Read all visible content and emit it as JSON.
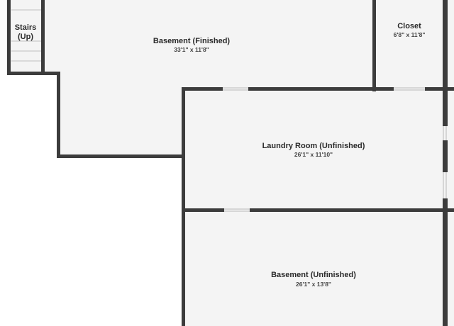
{
  "colors": {
    "wall": "#3c3c3c",
    "floor": "#f4f4f4",
    "background": "#ffffff",
    "text": "#2a2a2a"
  },
  "stairs": {
    "line1": "Stairs",
    "line2": "(Up)"
  },
  "rooms": [
    {
      "id": "basement-finished",
      "name": "Basement (Finished)",
      "dims": "33'1\" x 11'8\""
    },
    {
      "id": "closet",
      "name": "Closet",
      "dims": "6'8\" x 11'8\""
    },
    {
      "id": "laundry-room",
      "name": "Laundry Room (Unfinished)",
      "dims": "26'1\" x 11'10\""
    },
    {
      "id": "basement-unfinished",
      "name": "Basement (Unfinished)",
      "dims": "26'1\" x 13'8\""
    }
  ]
}
